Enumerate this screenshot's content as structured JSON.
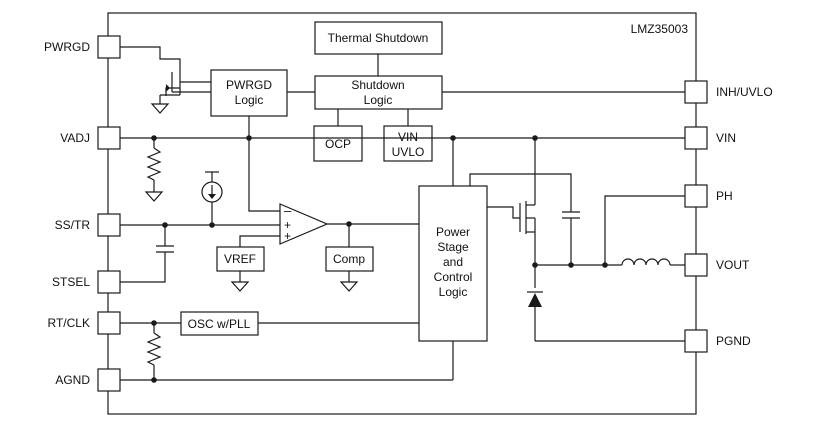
{
  "diagram": {
    "part_number": "LMZ35003",
    "pins_left": [
      "PWRGD",
      "VADJ",
      "SS/TR",
      "STSEL",
      "RT/CLK",
      "AGND"
    ],
    "pins_right": [
      "INH/UVLO",
      "VIN",
      "PH",
      "VOUT",
      "PGND"
    ],
    "blocks": {
      "thermal_shutdown": "Thermal Shutdown",
      "shutdown_logic_line1": "Shutdown",
      "shutdown_logic_line2": "Logic",
      "pwrgd_logic_line1": "PWRGD",
      "pwrgd_logic_line2": "Logic",
      "ocp": "OCP",
      "vin_uvlo_line1": "VIN",
      "vin_uvlo_line2": "UVLO",
      "vref": "VREF",
      "comp": "Comp",
      "osc_pll": "OSC w/PLL",
      "power_stage_line1": "Power",
      "power_stage_line2": "Stage",
      "power_stage_line3": "and",
      "power_stage_line4": "Control",
      "power_stage_line5": "Logic"
    },
    "opamp_inputs": {
      "minus": "–",
      "plus1": "+",
      "plus2": "+"
    }
  }
}
